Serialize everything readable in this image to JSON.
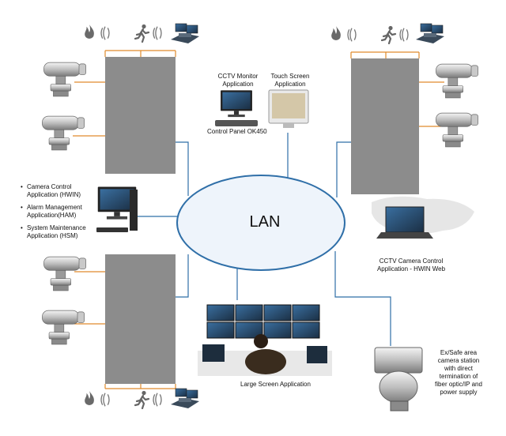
{
  "network": {
    "label": "LAN"
  },
  "workstations": {
    "cctv_monitor": {
      "label_line1": "CCTV Monitor",
      "label_line2": "Application"
    },
    "touch_screen": {
      "label_line1": "Touch Screen",
      "label_line2": "Application"
    },
    "control_panel": {
      "label": "Control Panel OK450"
    },
    "management_apps": [
      {
        "line1": "Camera Control",
        "line2": "Application (HWIN)"
      },
      {
        "line1": "Alarm Management",
        "line2": "Application(HAM)"
      },
      {
        "line1": "System Maintenance",
        "line2": "Application (HSM)"
      }
    ],
    "hwin_web": {
      "label_line1": "CCTV Camera Control",
      "label_line2": "Application - HWIN Web"
    },
    "large_screen": {
      "label": "Large Screen Application"
    }
  },
  "exsafe_station": {
    "lines": [
      "Ex/Safe area",
      "camera station",
      "with direct",
      "termination of",
      "fiber optic/IP and",
      "power supply"
    ]
  },
  "icons": {
    "sensor_row": [
      "fire-icon",
      "wireless-icon",
      "running-person-icon",
      "wireless-icon",
      "control-desk-icon"
    ],
    "camera": "cctv-camera-icon",
    "monitor": "computer-monitor-icon"
  },
  "colors": {
    "unit_fill": "#8c8c8c",
    "orange_link": "#e08a2c",
    "blue_link": "#2f6fa8",
    "lan_outline": "#2f6fa8",
    "lan_fill": "#eef4fb"
  }
}
